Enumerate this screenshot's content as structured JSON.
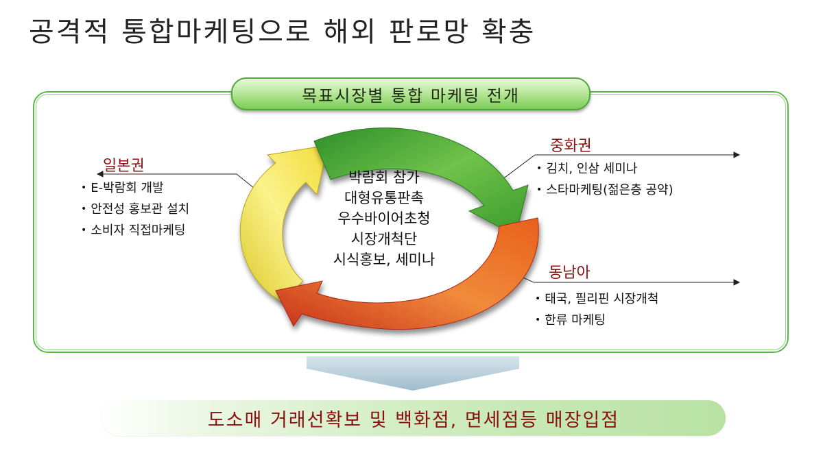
{
  "title": "공격적 통합마케팅으로 해외 판로망 확충",
  "section_title": "목표시장별 통합 마케팅 전개",
  "center": {
    "lines": [
      "박람회 참가",
      "대형유통판촉",
      "우수바이어초청",
      "시장개척단",
      "시식홍보, 세미나"
    ]
  },
  "regions": {
    "japan": {
      "title": "일본권",
      "items": [
        "E-박람회 개발",
        "안전성 홍보관 설치",
        "소비자 직접마케팅"
      ]
    },
    "china": {
      "title": "중화권",
      "items": [
        "김치, 인삼 세미나",
        "스타마케팅(젊은층 공약)"
      ]
    },
    "sea": {
      "title": "동남아",
      "items": [
        "태국, 필리핀 시장개척",
        "한류 마케팅"
      ]
    }
  },
  "result": "도소매 거래선확보 및 백화점, 면세점등 매장입점",
  "colors": {
    "frame_green": "#5cb84a",
    "region_title": "#8b1010",
    "arrow_green": "#4aa83a",
    "arrow_orange": "#e0461e",
    "arrow_yellow": "#f2e040",
    "result_text": "#8b1010"
  }
}
